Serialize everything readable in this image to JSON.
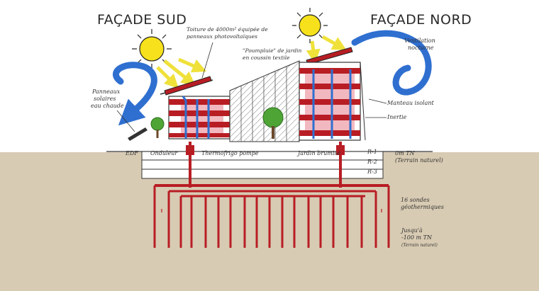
{
  "titles": {
    "south": "FAÇADE SUD",
    "north": "FAÇADE NORD"
  },
  "labels": {
    "roof_pv": [
      "Toiture de 4000m² équipée de",
      "panneaux photovoltaïques"
    ],
    "greenhouse": [
      "\"Poumpluie\" de jardin",
      "en coussin textile"
    ],
    "night_ventilation": [
      "Ventilation",
      "nocturne"
    ],
    "solar_panels": [
      "Panneaux",
      "solaires",
      "eau chaude"
    ],
    "sliding_mantle": [
      "Manteau isolant"
    ],
    "inertia": [
      "Inertie"
    ],
    "edf": "EDF",
    "inverter": "Onduleur",
    "thermal_pump": "Thermofrigo pompe",
    "misted_garden": "Jardin brumisé",
    "level_r1": "R-1",
    "level_r2": "R-2",
    "level_r3": "R-3",
    "ground_level": [
      "0m TN",
      "(Terrain naturel)"
    ],
    "probes": [
      "16 sondes",
      "géothermiques"
    ],
    "depth": [
      "Jusqu'à",
      "-100 m TN",
      "(Terrain naturel)"
    ]
  },
  "colors": {
    "ground": "#d8cbb3",
    "red": "#b81d24",
    "blue": "#2f6fd0",
    "sun": "#f6e11c",
    "arrow_yellow": "#efe13a",
    "tree": "#4ea536"
  },
  "icons": [
    "sun-icon",
    "wind-loop-icon",
    "tree-icon",
    "geothermal-probe-icon"
  ]
}
